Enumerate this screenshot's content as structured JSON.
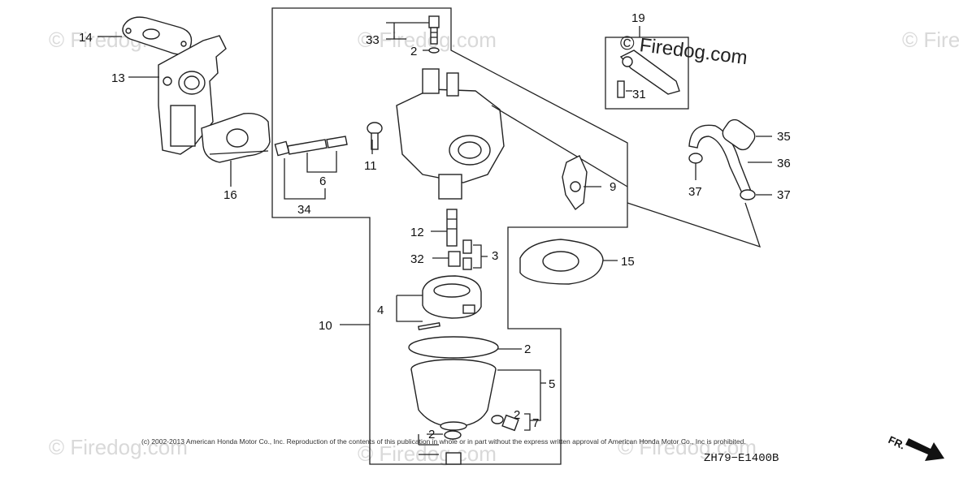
{
  "watermark": {
    "text": "© Firedog.com",
    "text_short": "© Fire",
    "text_partial": "© Firedog.com"
  },
  "part_labels": {
    "p14": "14",
    "p13": "13",
    "p16": "16",
    "p33": "33",
    "p2_top": "2",
    "p6": "6",
    "p34": "34",
    "p11": "11",
    "p19": "19",
    "p31": "31",
    "p35": "35",
    "p36": "36",
    "p37_left": "37",
    "p37_right": "37",
    "p9": "9",
    "p12": "12",
    "p32": "32",
    "p3": "3",
    "p15": "15",
    "p4": "4",
    "p10": "10",
    "p2_bowl": "2",
    "p5": "5",
    "p2_plug": "2",
    "p7": "7",
    "p2_drain": "2"
  },
  "copyright": "(c) 2002-2013 American Honda Motor Co., Inc. Reproduction of the contents of this publication in whole or in part without the express written approval of American Honda Motor Co., Inc is prohibited.",
  "diagram_code": "ZH79−E1400B",
  "direction_marker": "FR."
}
